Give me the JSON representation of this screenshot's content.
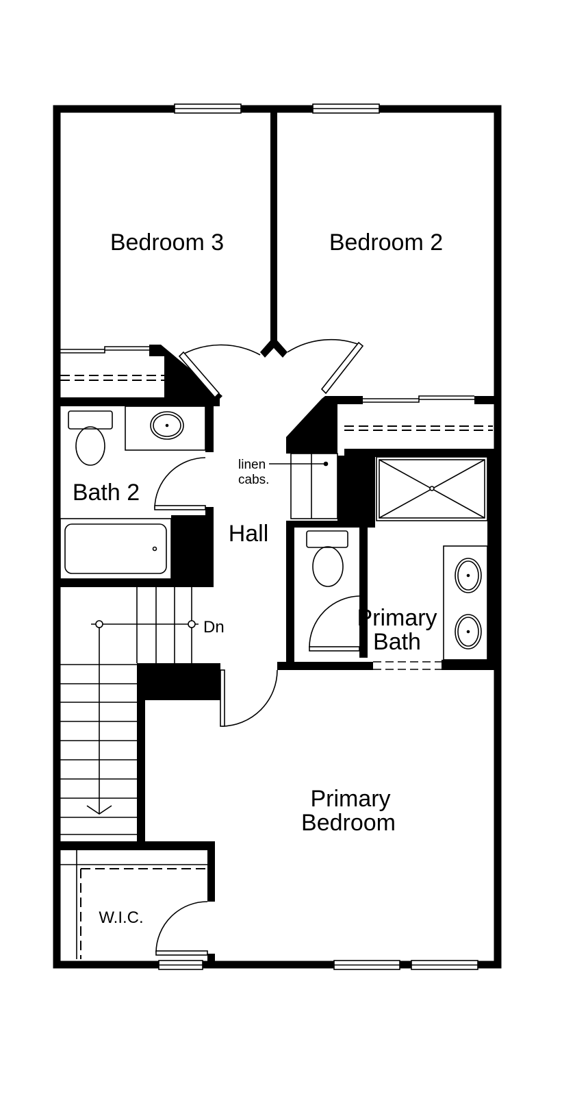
{
  "plan": {
    "rooms": {
      "bedroom3": "Bedroom 3",
      "bedroom2": "Bedroom 2",
      "bath2": "Bath 2",
      "hall": "Hall",
      "linen_line1": "linen",
      "linen_line2": "cabs.",
      "stairs": "Dn",
      "primary_bath_line1": "Primary",
      "primary_bath_line2": "Bath",
      "primary_bedroom_line1": "Primary",
      "primary_bedroom_line2": "Bedroom",
      "wic": "W.I.C."
    },
    "colors": {
      "wall": "#000000",
      "background": "#ffffff"
    }
  }
}
